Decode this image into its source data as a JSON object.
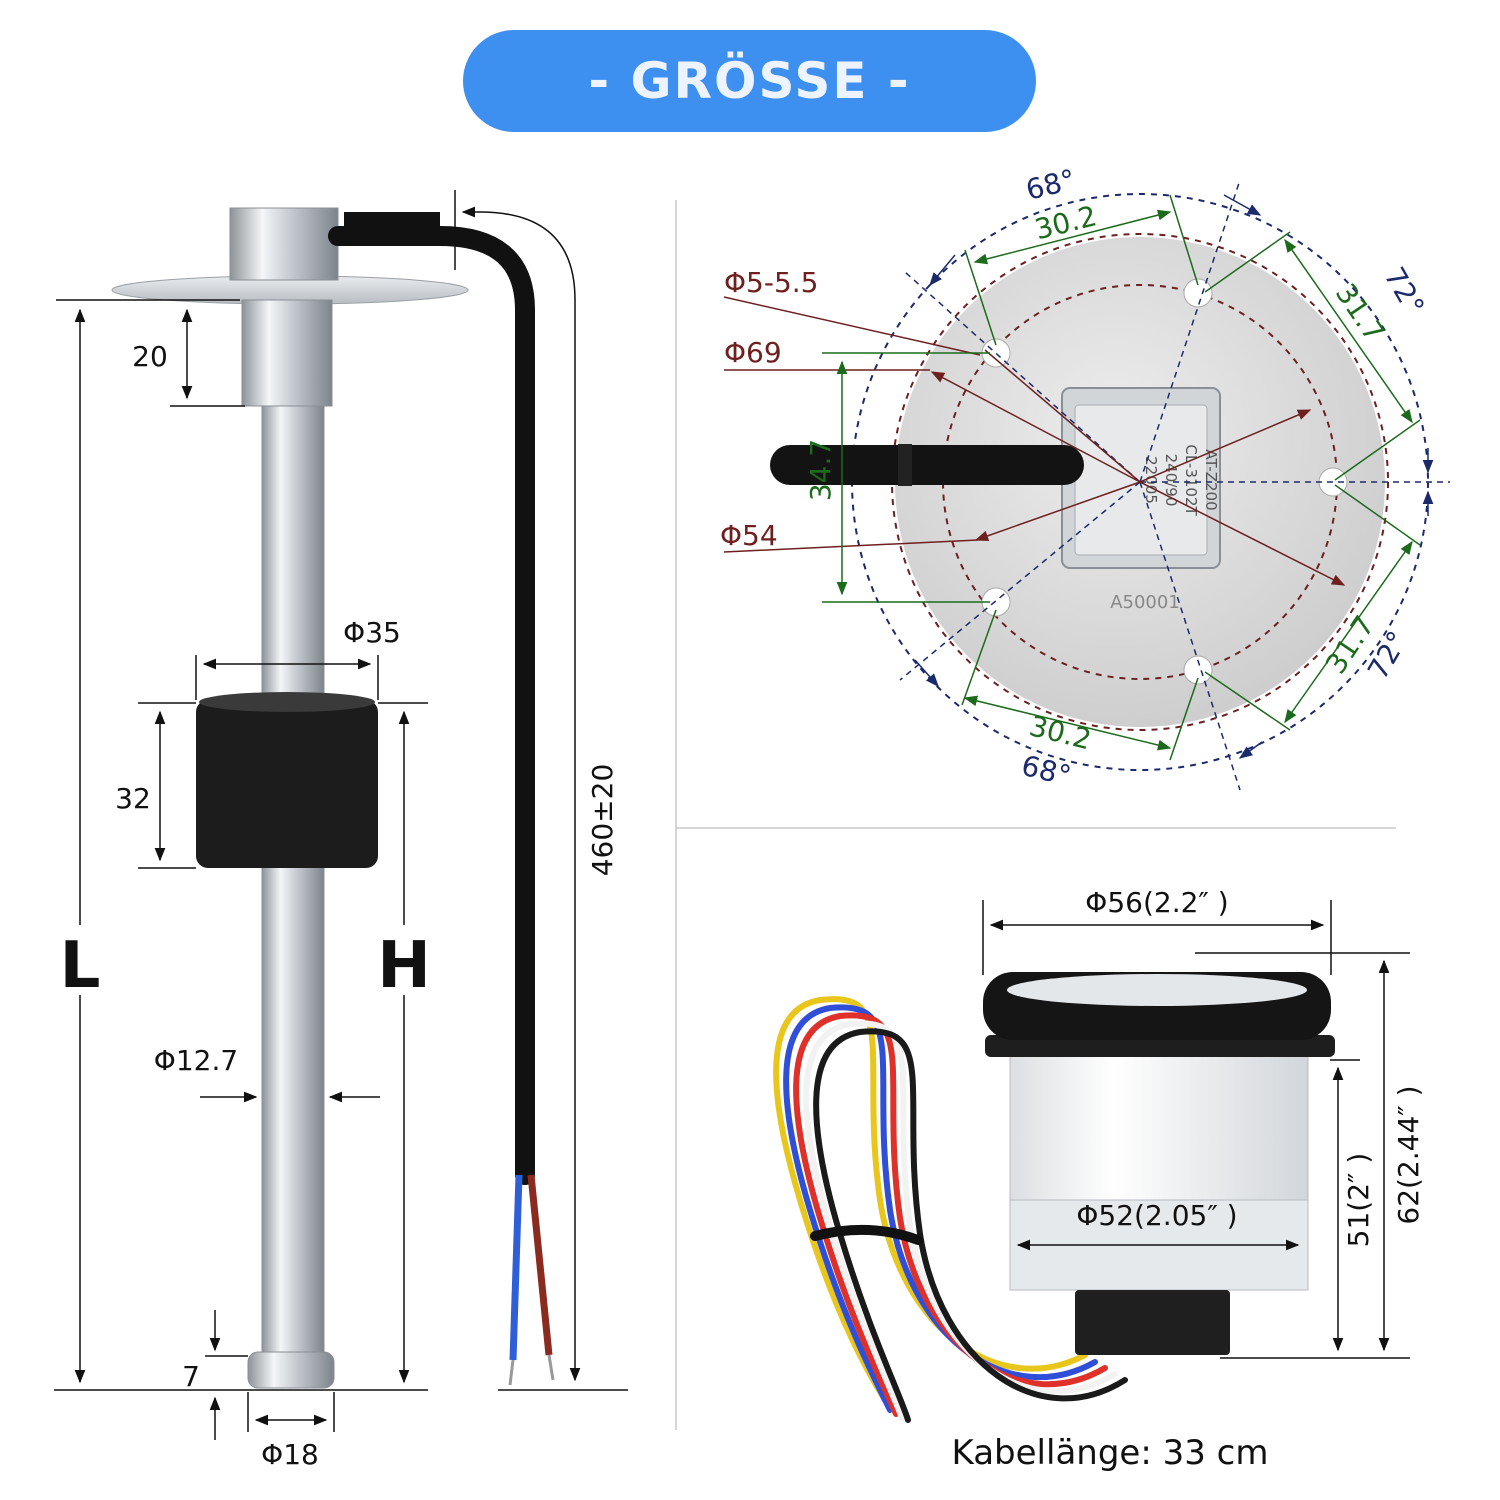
{
  "title": "- GRÖSSE -",
  "sensor": {
    "labels": {
      "flange_height": "20",
      "float_diameter": "Φ35",
      "float_height": "32",
      "total_length": "L",
      "float_travel": "H",
      "tube_diameter": "Φ12.7",
      "tip_height": "7",
      "tip_diameter": "Φ18",
      "cable_length": "460±20"
    }
  },
  "flange": {
    "labels": {
      "hole_diameter": "Φ5-5.5",
      "pitch_circle": "Φ69",
      "body_diameter": "Φ54",
      "hole_spacing_vertical": "34.7",
      "chord_top": "30.2",
      "chord_bottom": "30.2",
      "chord_right_top": "31.7",
      "chord_right_bottom": "31.7",
      "angle_top": "68°",
      "angle_bottom": "68°",
      "angle_right_top": "72°",
      "angle_right_bottom": "72°",
      "plate_text_1": "AT-Z200",
      "plate_text_2": "CL-3102T",
      "plate_text_3": "240/90",
      "plate_text_4": "22005",
      "plate_code": "A50001"
    }
  },
  "gauge": {
    "labels": {
      "bezel_diameter": "Φ56(2.2″ )",
      "body_diameter": "Φ52(2.05″ )",
      "body_height": "51(2″ )",
      "total_height": "62(2.44″ )",
      "cable_length": "Kabellänge: 33 cm"
    },
    "wire_colors": [
      "#e8c61c",
      "#2f4fd8",
      "#e0302a",
      "#f2f2f2",
      "#1a1a1a"
    ]
  },
  "colors": {
    "accent": "#3d8ff0",
    "dimension_red": "#6e1f1f",
    "dimension_green": "#1c6b1c",
    "dimension_navy": "#1b2a6b",
    "cable": "#1a1a1a"
  }
}
